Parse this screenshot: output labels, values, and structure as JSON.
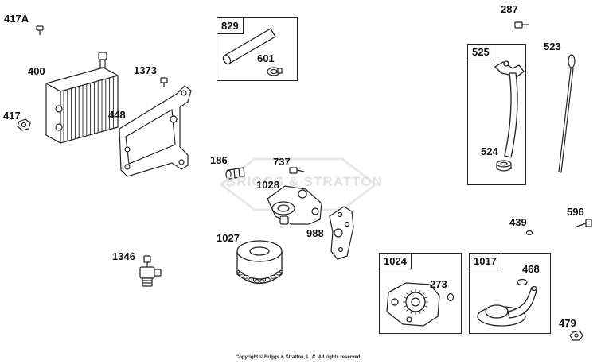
{
  "watermark": "BRIGGS & STRATTON",
  "copyright": "Copyright © Briggs & Stratton, LLC. All rights reserved.",
  "colors": {
    "line": "#222222",
    "fill": "#ffffff",
    "shade": "#bdbdbd",
    "watermark": "#e2e2e2"
  },
  "labels": {
    "p417a": "417A",
    "p400": "400",
    "p417": "417",
    "p1373": "1373",
    "p448": "448",
    "p186": "186",
    "p737": "737",
    "p1028": "1028",
    "p1027": "1027",
    "p988": "988",
    "p1346": "1346",
    "p287": "287",
    "p523": "523",
    "p439": "439",
    "p596": "596",
    "p479": "479",
    "p601": "601",
    "p524": "524",
    "p273": "273",
    "p468": "468"
  },
  "boxes": {
    "b829": "829",
    "b525": "525",
    "b1024": "1024",
    "b1017": "1017"
  }
}
